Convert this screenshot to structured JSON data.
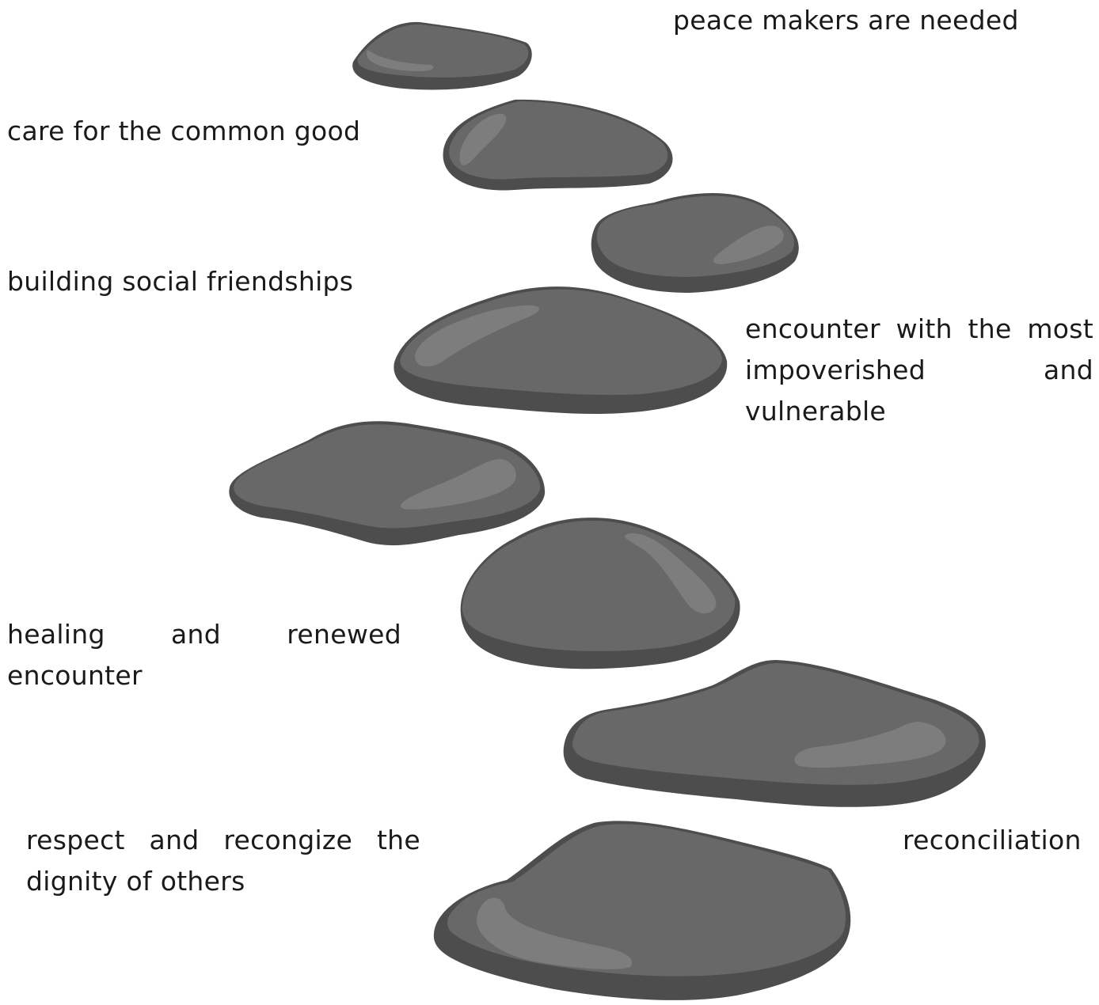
{
  "labels": {
    "peace_makers": "peace makers are needed",
    "common_good": "care for the common good",
    "social_friendships": "building social friendships",
    "encounter_impoverished": "encounter with the most impoverished and vulnerable",
    "healing": "healing and renewed encounter",
    "respect_dignity": "respect and recongize the dignity of others",
    "reconciliation": "reconciliation"
  },
  "colors": {
    "stone_shadow": "#4d4d4d",
    "stone_top": "#686868",
    "stone_highlight": "#7d7d7d"
  }
}
